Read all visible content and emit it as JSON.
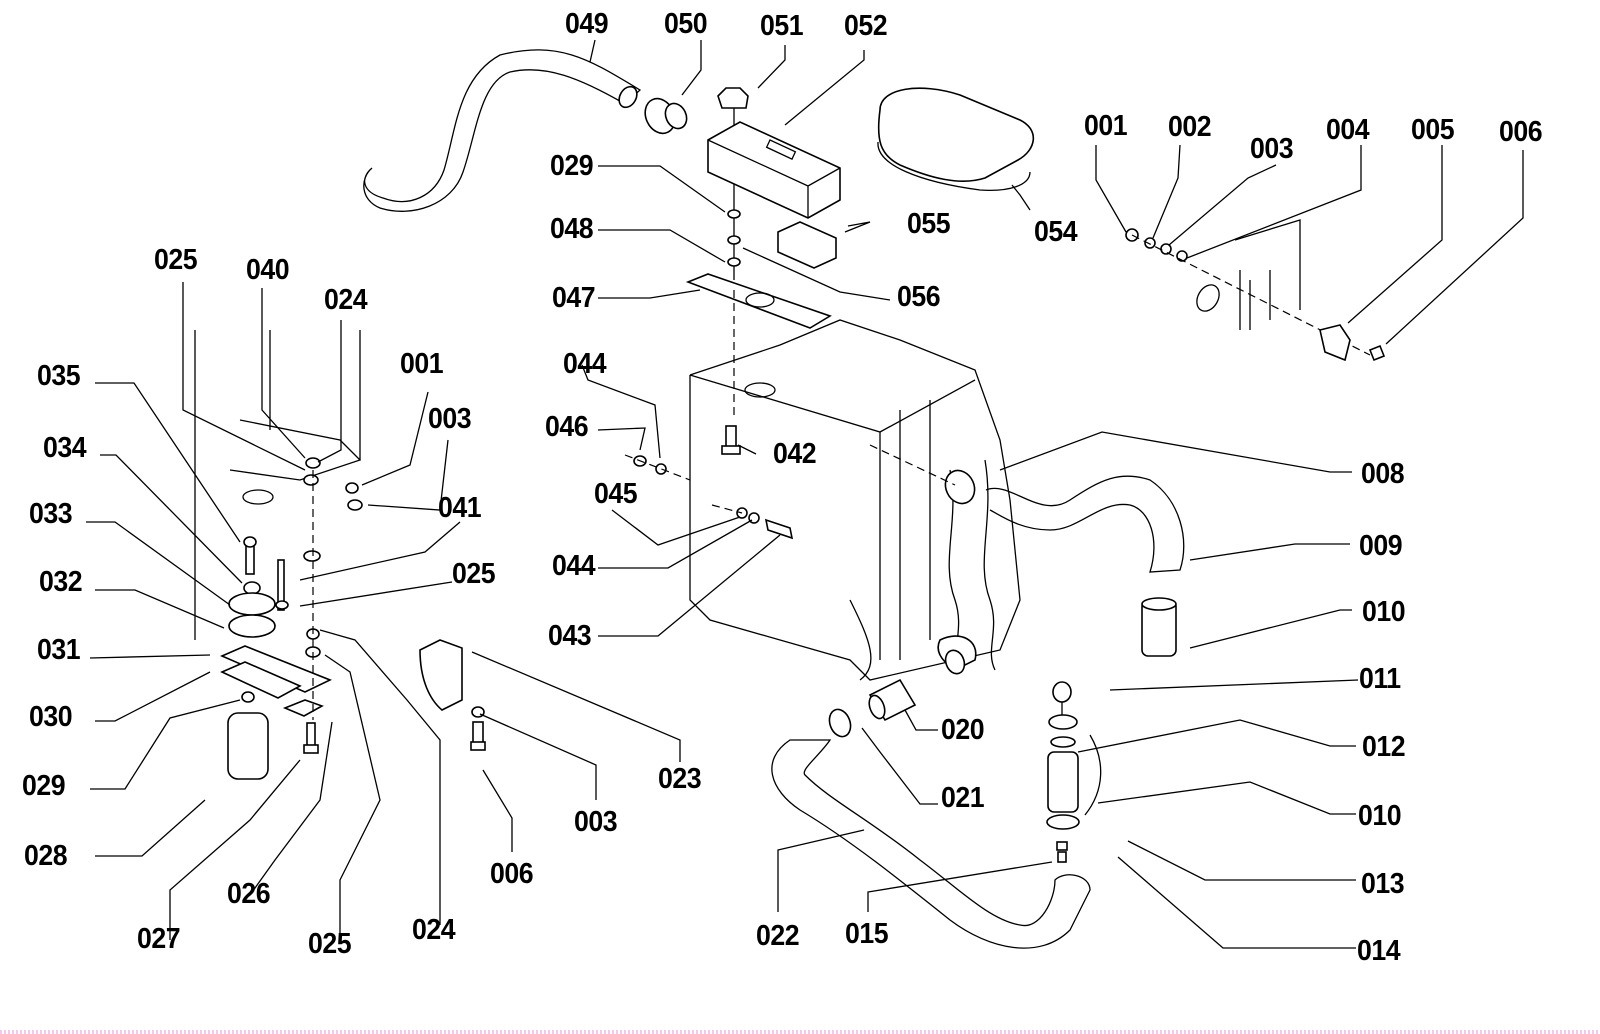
{
  "diagram": {
    "type": "exploded-parts-view",
    "subject": "radiator / coolant tank assembly with hoses and mounting hardware",
    "callouts": [
      {
        "id": "c049a",
        "label": "049"
      },
      {
        "id": "c050",
        "label": "050"
      },
      {
        "id": "c051",
        "label": "051"
      },
      {
        "id": "c052",
        "label": "052"
      },
      {
        "id": "c054",
        "label": "054"
      },
      {
        "id": "c055",
        "label": "055"
      },
      {
        "id": "c056",
        "label": "056"
      },
      {
        "id": "c029a",
        "label": "029"
      },
      {
        "id": "c048",
        "label": "048"
      },
      {
        "id": "c047",
        "label": "047"
      },
      {
        "id": "c044a",
        "label": "044"
      },
      {
        "id": "c046",
        "label": "046"
      },
      {
        "id": "c042",
        "label": "042"
      },
      {
        "id": "c045",
        "label": "045"
      },
      {
        "id": "c044b",
        "label": "044"
      },
      {
        "id": "c043",
        "label": "043"
      },
      {
        "id": "r001",
        "label": "001"
      },
      {
        "id": "r002",
        "label": "002"
      },
      {
        "id": "r003",
        "label": "003"
      },
      {
        "id": "r004",
        "label": "004"
      },
      {
        "id": "r005",
        "label": "005"
      },
      {
        "id": "r006",
        "label": "006"
      },
      {
        "id": "c008",
        "label": "008"
      },
      {
        "id": "c009",
        "label": "009"
      },
      {
        "id": "c010a",
        "label": "010"
      },
      {
        "id": "c011",
        "label": "011"
      },
      {
        "id": "c012",
        "label": "012"
      },
      {
        "id": "c010b",
        "label": "010"
      },
      {
        "id": "c013",
        "label": "013"
      },
      {
        "id": "c014",
        "label": "014"
      },
      {
        "id": "c015",
        "label": "015"
      },
      {
        "id": "c022",
        "label": "022"
      },
      {
        "id": "c021",
        "label": "021"
      },
      {
        "id": "c020",
        "label": "020"
      },
      {
        "id": "c023",
        "label": "023"
      },
      {
        "id": "c003b",
        "label": "003"
      },
      {
        "id": "c006b",
        "label": "006"
      },
      {
        "id": "l025a",
        "label": "025"
      },
      {
        "id": "l040",
        "label": "040"
      },
      {
        "id": "l024a",
        "label": "024"
      },
      {
        "id": "l001",
        "label": "001"
      },
      {
        "id": "l003",
        "label": "003"
      },
      {
        "id": "l035",
        "label": "035"
      },
      {
        "id": "l034",
        "label": "034"
      },
      {
        "id": "l033",
        "label": "033"
      },
      {
        "id": "l041",
        "label": "041"
      },
      {
        "id": "l032",
        "label": "032"
      },
      {
        "id": "l025b",
        "label": "025"
      },
      {
        "id": "l031",
        "label": "031"
      },
      {
        "id": "l030",
        "label": "030"
      },
      {
        "id": "l029",
        "label": "029"
      },
      {
        "id": "l028",
        "label": "028"
      },
      {
        "id": "l027",
        "label": "027"
      },
      {
        "id": "l026",
        "label": "026"
      },
      {
        "id": "l025c",
        "label": "025"
      },
      {
        "id": "l024b",
        "label": "024"
      }
    ]
  }
}
